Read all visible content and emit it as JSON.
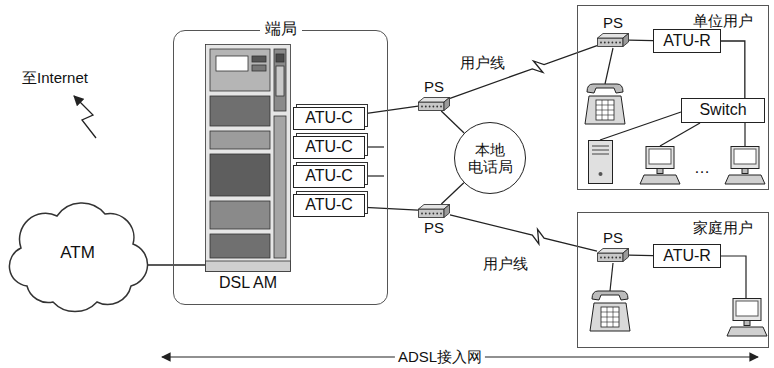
{
  "diagram": {
    "nodes": [
      {
        "text": [
          "ATM"
        ]
      },
      {
        "text": [
          "端局"
        ]
      },
      {
        "text": [
          "DSL AM"
        ],
        "in": 1
      },
      {
        "text": [
          "ATU-C"
        ],
        "in": 1
      },
      {
        "text": [
          "ATU-C"
        ],
        "in": 1
      },
      {
        "text": [
          "ATU-C"
        ],
        "in": 1
      },
      {
        "text": [
          "ATU-C"
        ],
        "in": 1
      },
      {
        "text": [
          "PS"
        ]
      },
      {
        "text": [
          "PS"
        ]
      },
      {
        "text": [
          "本地 电话局"
        ]
      },
      {
        "text": [
          "单位用户"
        ]
      },
      {
        "text": [
          "PS"
        ],
        "in": 10
      },
      {
        "text": [
          "ATU-R"
        ],
        "in": 10
      },
      {
        "text": [
          "Switch"
        ],
        "in": 10
      },
      {
        "text": [
          "家庭用户"
        ]
      },
      {
        "text": [
          "PS"
        ],
        "in": 14
      },
      {
        "text": [
          "ATU-R"
        ],
        "in": 14
      }
    ],
    "edges": [
      {
        "from": 0,
        "to": 2,
        "arrow": "none"
      },
      {
        "from": 3,
        "to": 7,
        "arrow": "none"
      },
      {
        "from": 6,
        "to": 8,
        "arrow": "none"
      },
      {
        "from": 7,
        "to": 9,
        "arrow": "none"
      },
      {
        "from": 8,
        "to": 9,
        "arrow": "none"
      },
      {
        "from": 7,
        "to": 11,
        "label": "用户线",
        "arrow": "none"
      },
      {
        "from": 8,
        "to": 15,
        "label": "用户线",
        "arrow": "none"
      },
      {
        "from": 11,
        "to": 12,
        "arrow": "none"
      },
      {
        "from": 12,
        "to": 13,
        "arrow": "none"
      },
      {
        "from": 15,
        "to": 16,
        "arrow": "none"
      }
    ],
    "labels": [
      "至Internet",
      "…",
      "ADSL接入网"
    ]
  }
}
